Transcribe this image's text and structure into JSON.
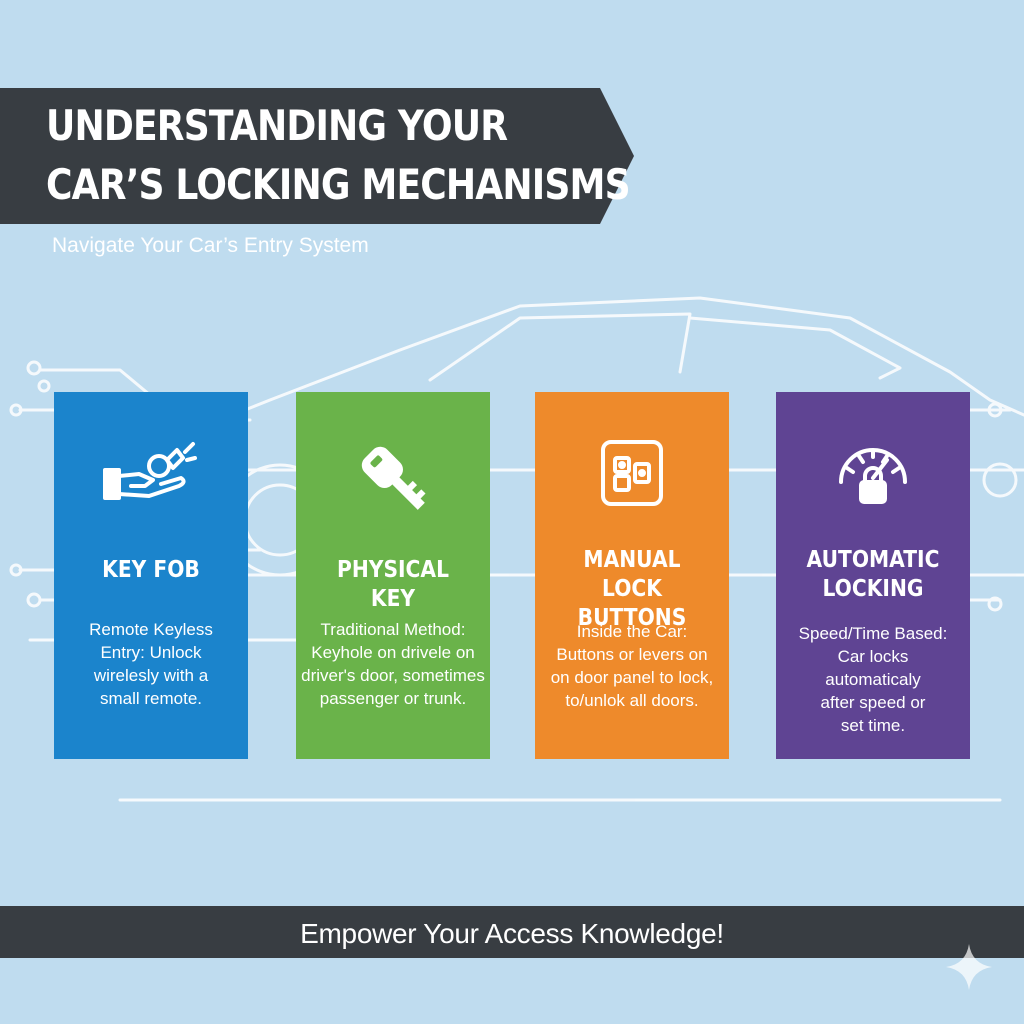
{
  "title": {
    "line1": "UNDERSTANDING YOUR",
    "line2": "CAR’S LOCKING MECHANISMS"
  },
  "subtitle": "Navigate Your Car’s Entry System",
  "colors": {
    "background": "#bfdcef",
    "banner": "#383d42",
    "key_fob": "#1b84cc",
    "physical_key": "#6ab34a",
    "manual_lock": "#ee8a2b",
    "automatic": "#5f4493"
  },
  "cards": [
    {
      "icon": "hand-with-key-fob-icon",
      "title_lines": [
        "KEY FOB"
      ],
      "body_lines": [
        "Remote Keyless",
        "Entry: Unlock",
        "wirelesly with a",
        "small remote."
      ]
    },
    {
      "icon": "key-icon",
      "title_lines": [
        "PHYSICAL KEY"
      ],
      "body_lines": [
        "Traditional Method:",
        "Keyhole on drivele on",
        "driver's door, sometimes",
        "passenger or trunk."
      ]
    },
    {
      "icon": "lock-button-panel-icon",
      "title_lines": [
        "MANUAL LOCK",
        "BUTTONS"
      ],
      "body_lines": [
        "Inside the Car:",
        "Buttons or levers on",
        "on door panel to lock,",
        "to/unlok all doors."
      ]
    },
    {
      "icon": "speedometer-lock-icon",
      "title_lines": [
        "AUTOMATIC",
        "LOCKING"
      ],
      "body_lines": [
        "Speed/Time Based:",
        "Car locks",
        "automaticaly",
        "after speed or",
        "set time."
      ]
    }
  ],
  "footer": "Empower Your Access Knowledge!"
}
